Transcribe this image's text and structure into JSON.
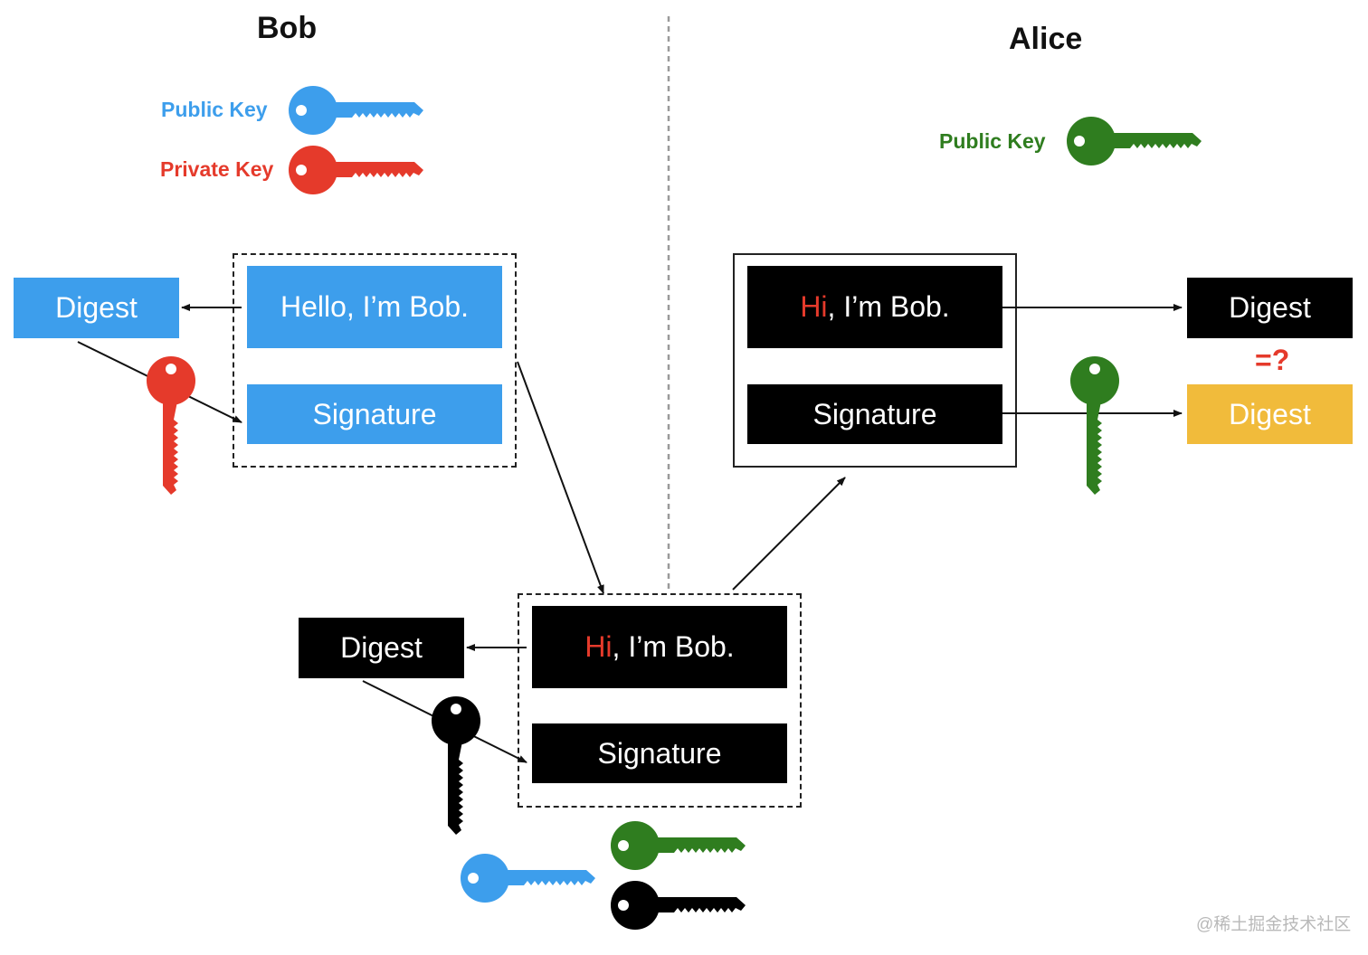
{
  "bob": {
    "title": "Bob",
    "public_key_label": "Public Key",
    "private_key_label": "Private Key",
    "digest_label": "Digest",
    "message": "Hello, I’m Bob.",
    "signature_label": "Signature"
  },
  "alice": {
    "title": "Alice",
    "public_key_label": "Public Key",
    "message_prefix": "Hi",
    "message_rest": ", I’m Bob.",
    "signature_label": "Signature",
    "digest_label": "Digest",
    "compare": "=?",
    "digest2_label": "Digest"
  },
  "transit": {
    "digest_label": "Digest",
    "message_prefix": "Hi",
    "message_rest": ", I’m Bob.",
    "signature_label": "Signature"
  },
  "watermark": "@稀土掘金技术社区",
  "colors": {
    "blue": "#3d9eec",
    "red": "#e53a2b",
    "green": "#2f7d1f",
    "black": "#000000",
    "yellow": "#f1bb3b"
  },
  "icons": [
    "blue-key-icon",
    "red-key-icon",
    "green-key-icon",
    "black-key-icon"
  ]
}
